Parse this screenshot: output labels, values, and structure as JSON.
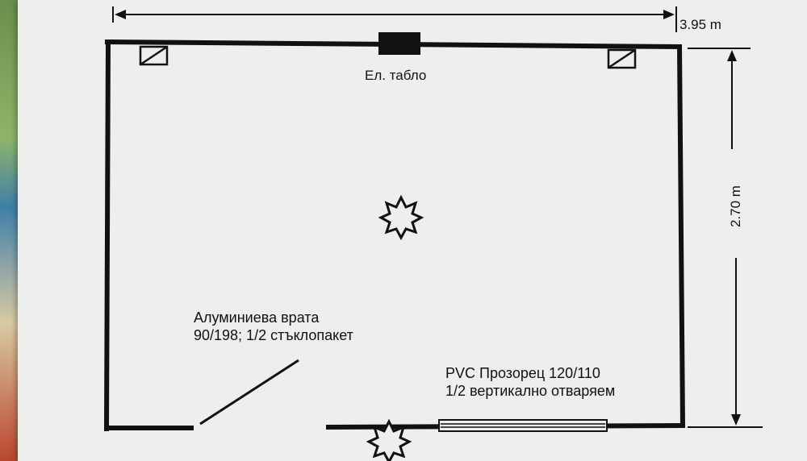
{
  "plan": {
    "width_dimension": "3.95 m",
    "height_dimension": "2.70 m",
    "panel_label": "Ел. табло",
    "door_label_line1": "Алуминиева врата",
    "door_label_line2": "90/198; 1/2 стъклопакет",
    "window_label_line1": "PVC Прозорец 120/110",
    "window_label_line2": "1/2 вертикално отваряем"
  },
  "colors": {
    "ink": "#111111",
    "paper": "#eeeeec"
  },
  "icons": [
    "ceiling-light-icon",
    "wall-light-icon",
    "vent-icon",
    "electrical-panel-icon"
  ]
}
